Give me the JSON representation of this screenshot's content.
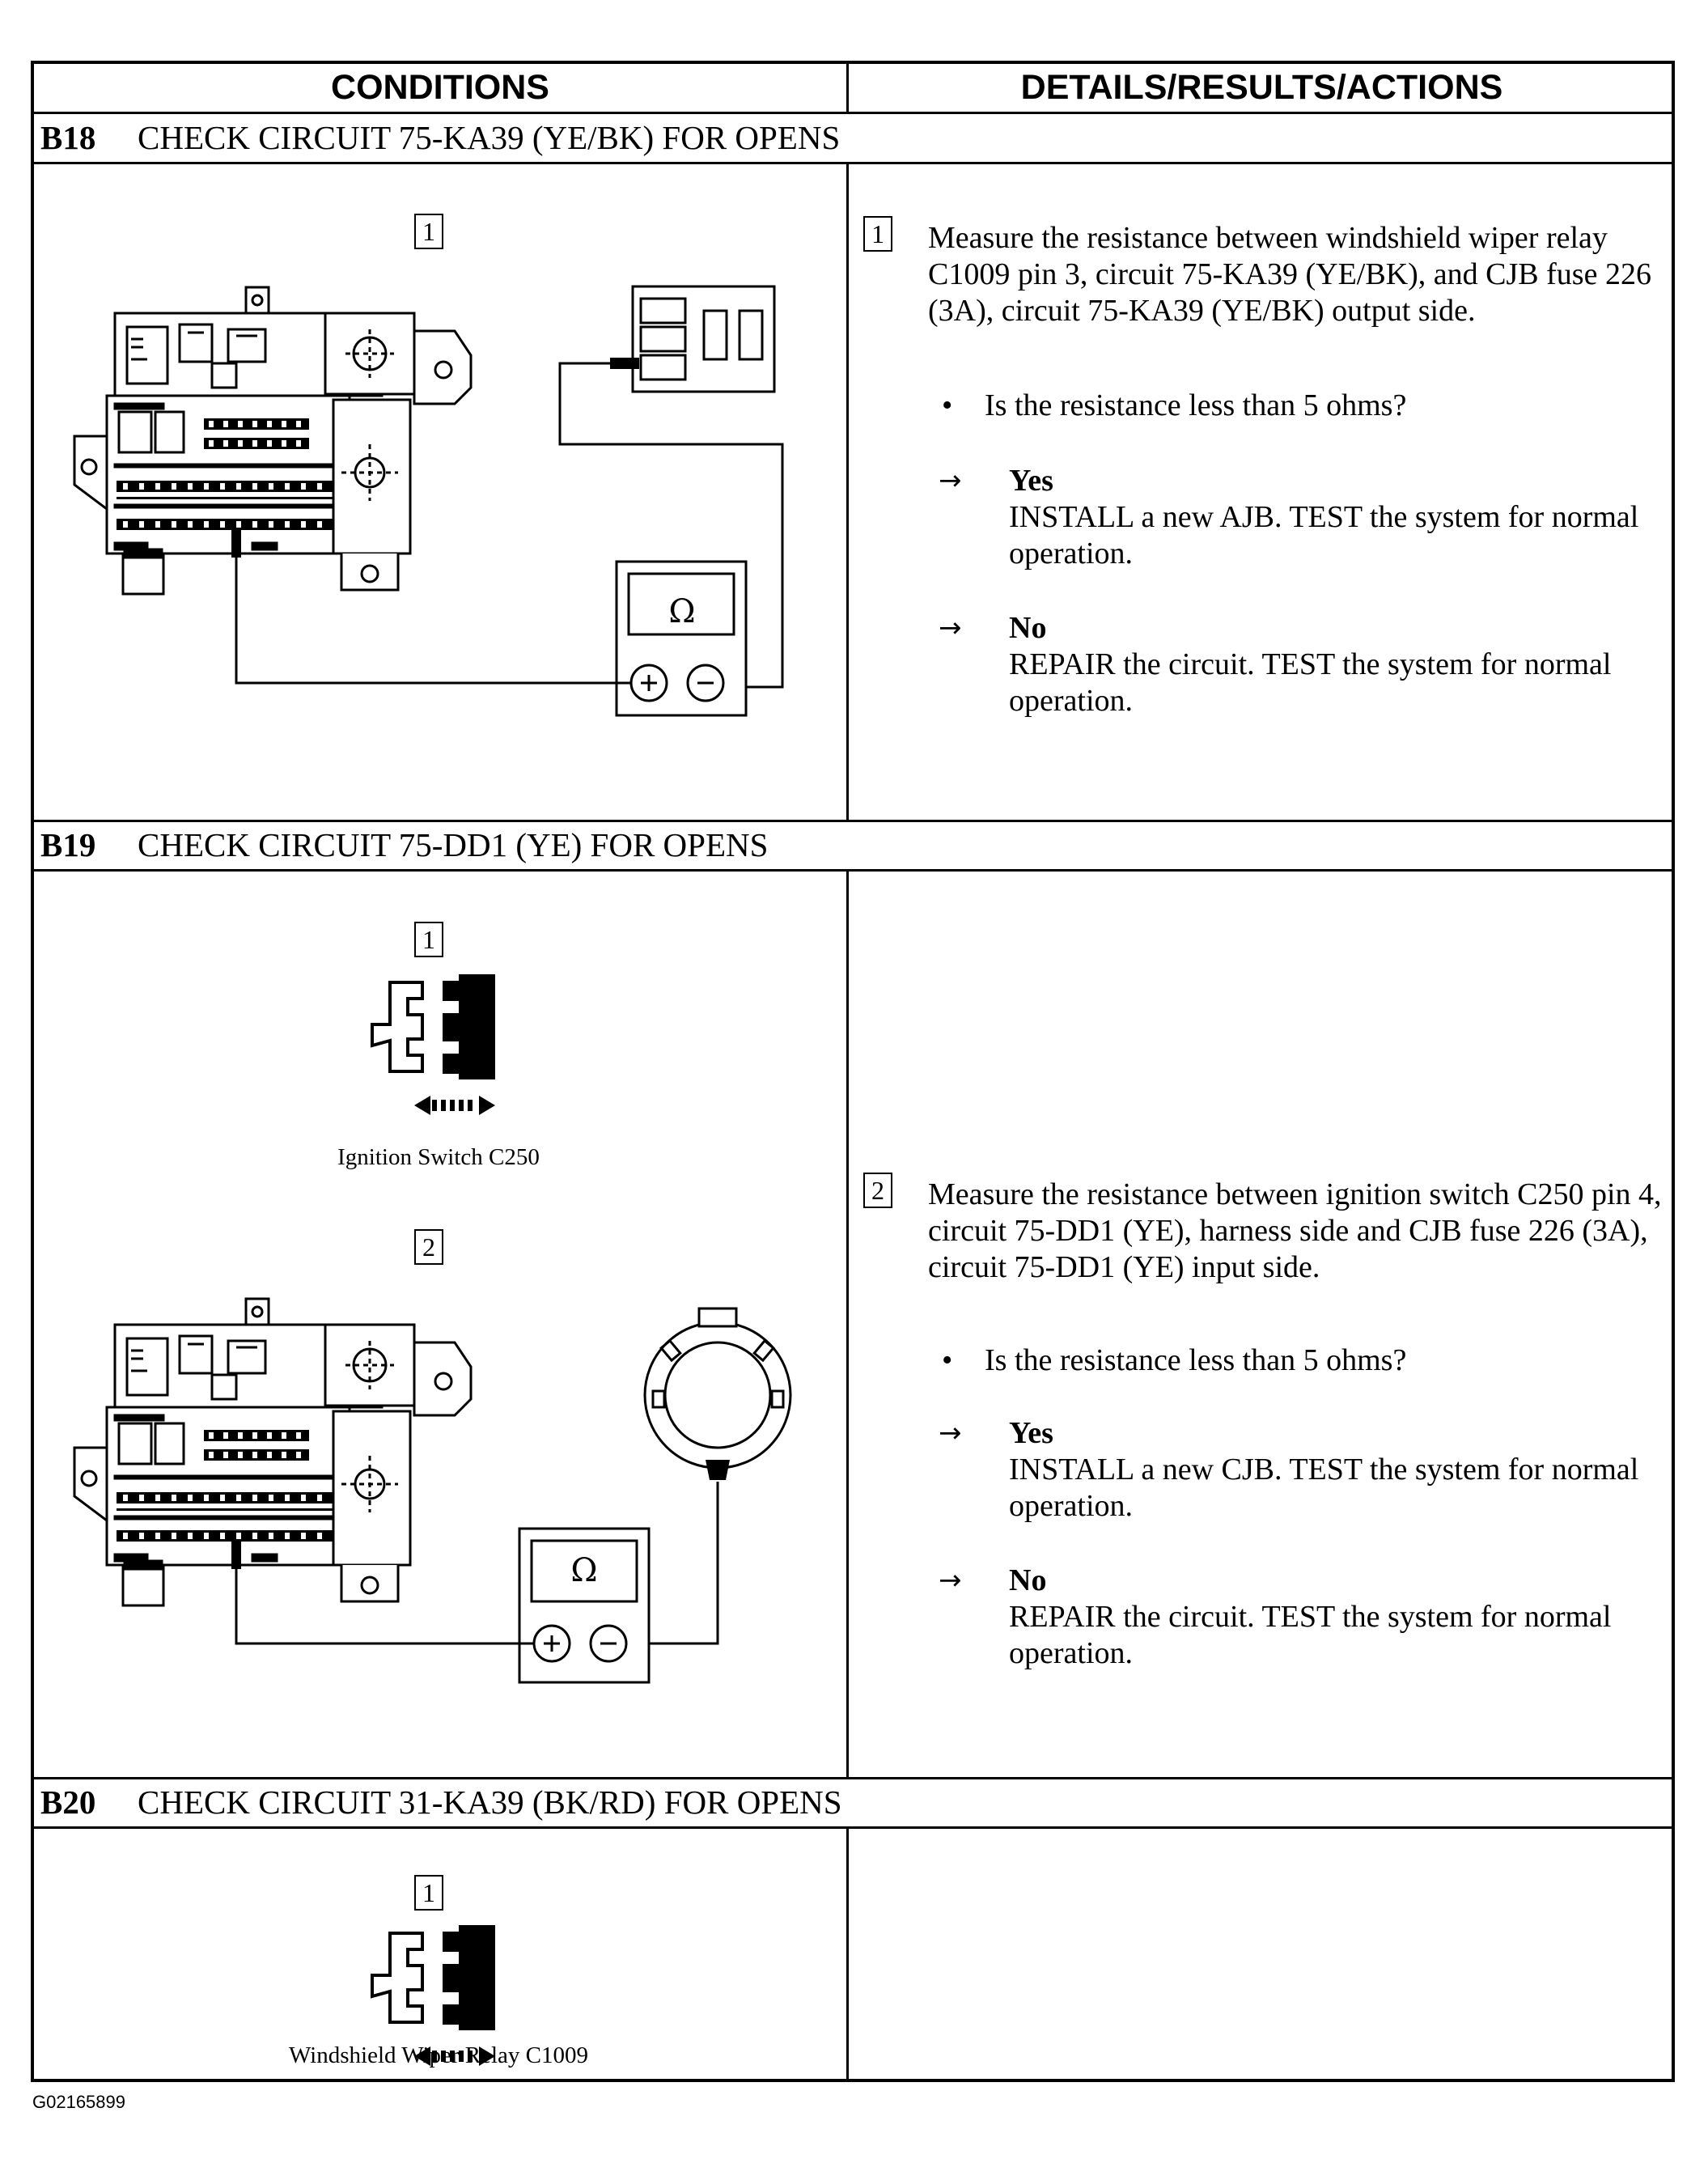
{
  "header": {
    "conditions": "CONDITIONS",
    "details": "DETAILS/RESULTS/ACTIONS"
  },
  "b18": {
    "id": "B18",
    "title": "CHECK CIRCUIT 75-KA39 (YE/BK) FOR OPENS",
    "fig_num": "1",
    "meter_symbol": "Ω",
    "step_num": "1",
    "text": "Measure the resistance between windshield wiper relay C1009 pin 3, circuit 75-KA39 (YE/BK), and CJB fuse 226 (3A), circuit 75-KA39 (YE/BK) output side.",
    "question": "Is the resistance less than 5 ohms?",
    "yes_label": "Yes",
    "yes_action": "INSTALL a new AJB. TEST the system for normal operation.",
    "no_label": "No",
    "no_action": "REPAIR the circuit. TEST the system for normal operation."
  },
  "b19": {
    "id": "B19",
    "title": "CHECK CIRCUIT 75-DD1 (YE) FOR OPENS",
    "fig1_num": "1",
    "fig1_caption": "Ignition Switch C250",
    "fig2_num": "2",
    "meter_symbol": "Ω",
    "step_num": "2",
    "text": "Measure the resistance between ignition switch C250 pin 4, circuit 75-DD1 (YE), harness side and CJB fuse 226 (3A), circuit 75-DD1 (YE) input side.",
    "question": "Is the resistance less than 5 ohms?",
    "yes_label": "Yes",
    "yes_action": "INSTALL a new CJB. TEST the system for normal operation.",
    "no_label": "No",
    "no_action": "REPAIR the circuit. TEST the system for normal operation."
  },
  "b20": {
    "id": "B20",
    "title": "CHECK CIRCUIT 31-KA39 (BK/RD) FOR OPENS",
    "fig_num": "1",
    "fig_caption": "Windshield Wiper Relay C1009"
  },
  "footer": {
    "code": "G02165899"
  }
}
